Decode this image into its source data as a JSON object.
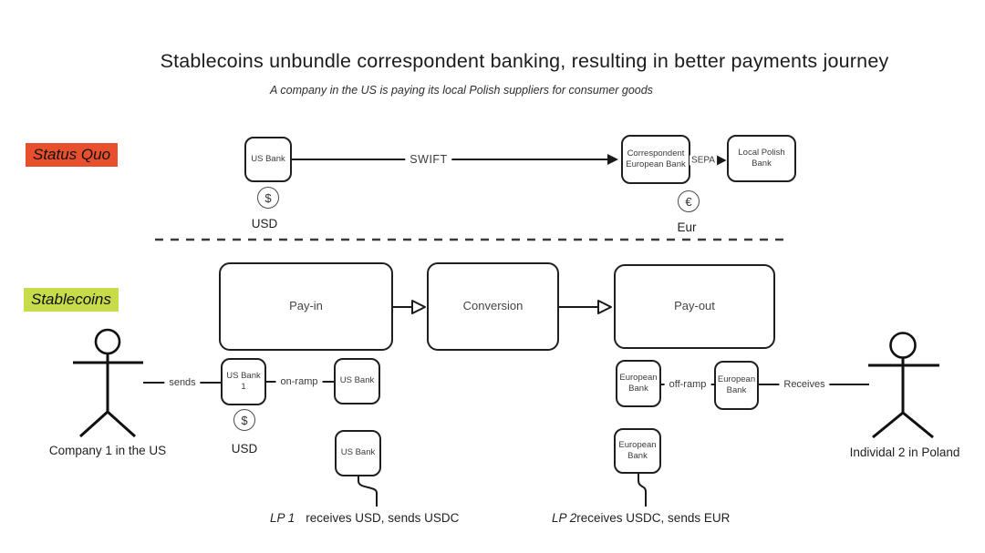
{
  "header": {
    "title": "Stablecoins unbundle correspondent banking, resulting in better payments journey",
    "subtitle": "A company in the US is paying its local Polish suppliers for consumer goods"
  },
  "colors": {
    "status_quo_bg": "#E8502D",
    "stablecoins_bg": "#C7DB4B",
    "line": "#1a1a1a"
  },
  "status_quo": {
    "section_label": "Status Quo",
    "us_bank": "US Bank",
    "swift_label": "SWIFT",
    "correspondent_bank": "Correspondent European Bank",
    "sepa_label": "SEPA",
    "local_polish_bank": "Local Polish Bank",
    "dollar_symbol": "$",
    "usd_label": "USD",
    "euro_symbol": "€",
    "eur_label": "Eur"
  },
  "stablecoins": {
    "section_label": "Stablecoins",
    "pay_in": "Pay-in",
    "conversion": "Conversion",
    "pay_out": "Pay-out",
    "company_label": "Company 1 in the US",
    "sends_label": "sends",
    "us_bank_1": "US Bank 1",
    "on_ramp_label": "on-ramp",
    "us_bank_2": "US Bank",
    "dollar_symbol": "$",
    "usd_label": "USD",
    "us_bank_3": "US Bank",
    "lp1_prefix": "LP 1",
    "lp1_text": "receives USD, sends USDC",
    "european_bank_1": "European Bank",
    "off_ramp_label": "off-ramp",
    "european_bank_2": "European Bank",
    "receives_label": "Receives",
    "individual_label": "Individal 2 in Poland",
    "european_bank_3": "European Bank",
    "lp2_prefix": "LP 2",
    "lp2_text": "receives USDC, sends EUR"
  }
}
